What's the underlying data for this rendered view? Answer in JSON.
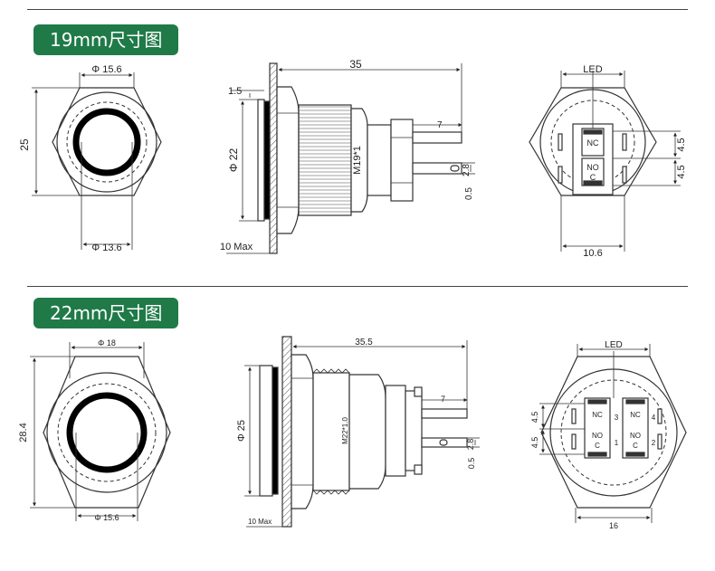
{
  "sections": [
    {
      "title": "19mm尺寸图",
      "front": {
        "dia_outer": "Φ 15.6",
        "dia_inner": "Φ 13.6",
        "height": "25"
      },
      "side": {
        "flange": "1.5",
        "dia": "Φ 22",
        "length": "35",
        "thread": "M19*1",
        "panel": "10 Max",
        "pin": "7",
        "tab_w": "2.8",
        "tab_t": "0.5"
      },
      "back": {
        "led": "LED",
        "width": "10.6",
        "pitch_a": "4.5",
        "pitch_b": "4.5",
        "nc": "NC",
        "no": "NO",
        "c": "C"
      }
    },
    {
      "title": "22mm尺寸图",
      "front": {
        "dia_outer": "Φ 18",
        "dia_inner": "Φ 15.6",
        "height": "28.4"
      },
      "side": {
        "dia": "Φ 25",
        "length": "35.5",
        "thread": "M22*1.0",
        "panel": "10 Max",
        "pin": "7",
        "tab_w": "2.8",
        "tab_t": "0.5"
      },
      "back": {
        "led": "LED",
        "width": "16",
        "pitch_a": "4.5",
        "pitch_b": "4.5",
        "nc": "NC",
        "no": "NO",
        "c": "C",
        "pin1": "1",
        "pin2": "2",
        "pin3": "3",
        "pin4": "4"
      }
    }
  ]
}
